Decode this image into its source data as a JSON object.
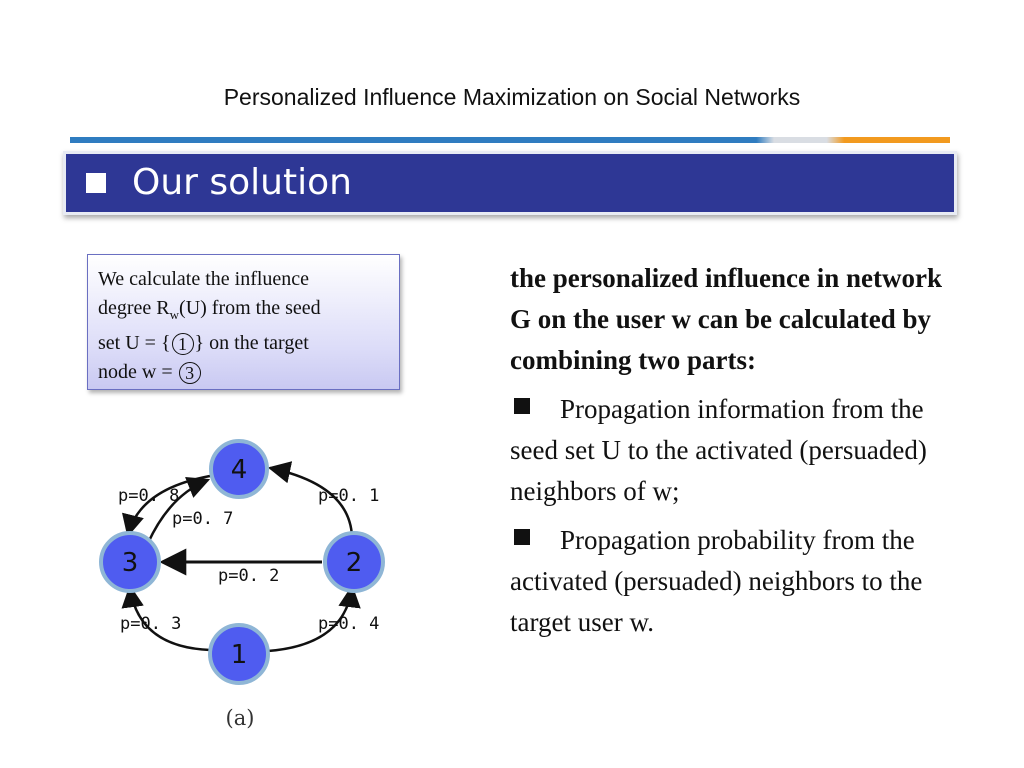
{
  "header": {
    "title": "Personalized Influence Maximization on Social Networks"
  },
  "banner": {
    "label": "Our solution"
  },
  "callout": {
    "line1": "We calculate the influence",
    "degree_prefix": "degree R",
    "degree_sub": "w",
    "degree_suffix": "(U) from the seed",
    "set_prefix": "set U = {",
    "seed_node": "1",
    "set_suffix": "} on the target",
    "node_prefix": "node w = ",
    "target_node": "3"
  },
  "text": {
    "lead": "the personalized influence in network G on the user w can be calculated by combining two parts:",
    "bullets": [
      "Propagation information from the seed set U to the activated (persuaded) neighbors of w;",
      "Propagation probability from the activated (persuaded) neighbors to the target user w."
    ]
  },
  "graph": {
    "nodes": [
      "1",
      "2",
      "3",
      "4"
    ],
    "edges": [
      {
        "from": "4",
        "to": "3",
        "label": "p=0. 8"
      },
      {
        "from": "3",
        "to": "4",
        "label": "p=0. 7"
      },
      {
        "from": "2",
        "to": "4",
        "label": "p=0. 1"
      },
      {
        "from": "2",
        "to": "3",
        "label": "p=0. 2"
      },
      {
        "from": "1",
        "to": "3",
        "label": "p=0. 3"
      },
      {
        "from": "1",
        "to": "2",
        "label": "p=0. 4"
      }
    ],
    "caption": "(a)",
    "colors": {
      "node_fill": "#4f5cf0",
      "node_border": "#8fb6d6",
      "edge": "#111111"
    }
  }
}
